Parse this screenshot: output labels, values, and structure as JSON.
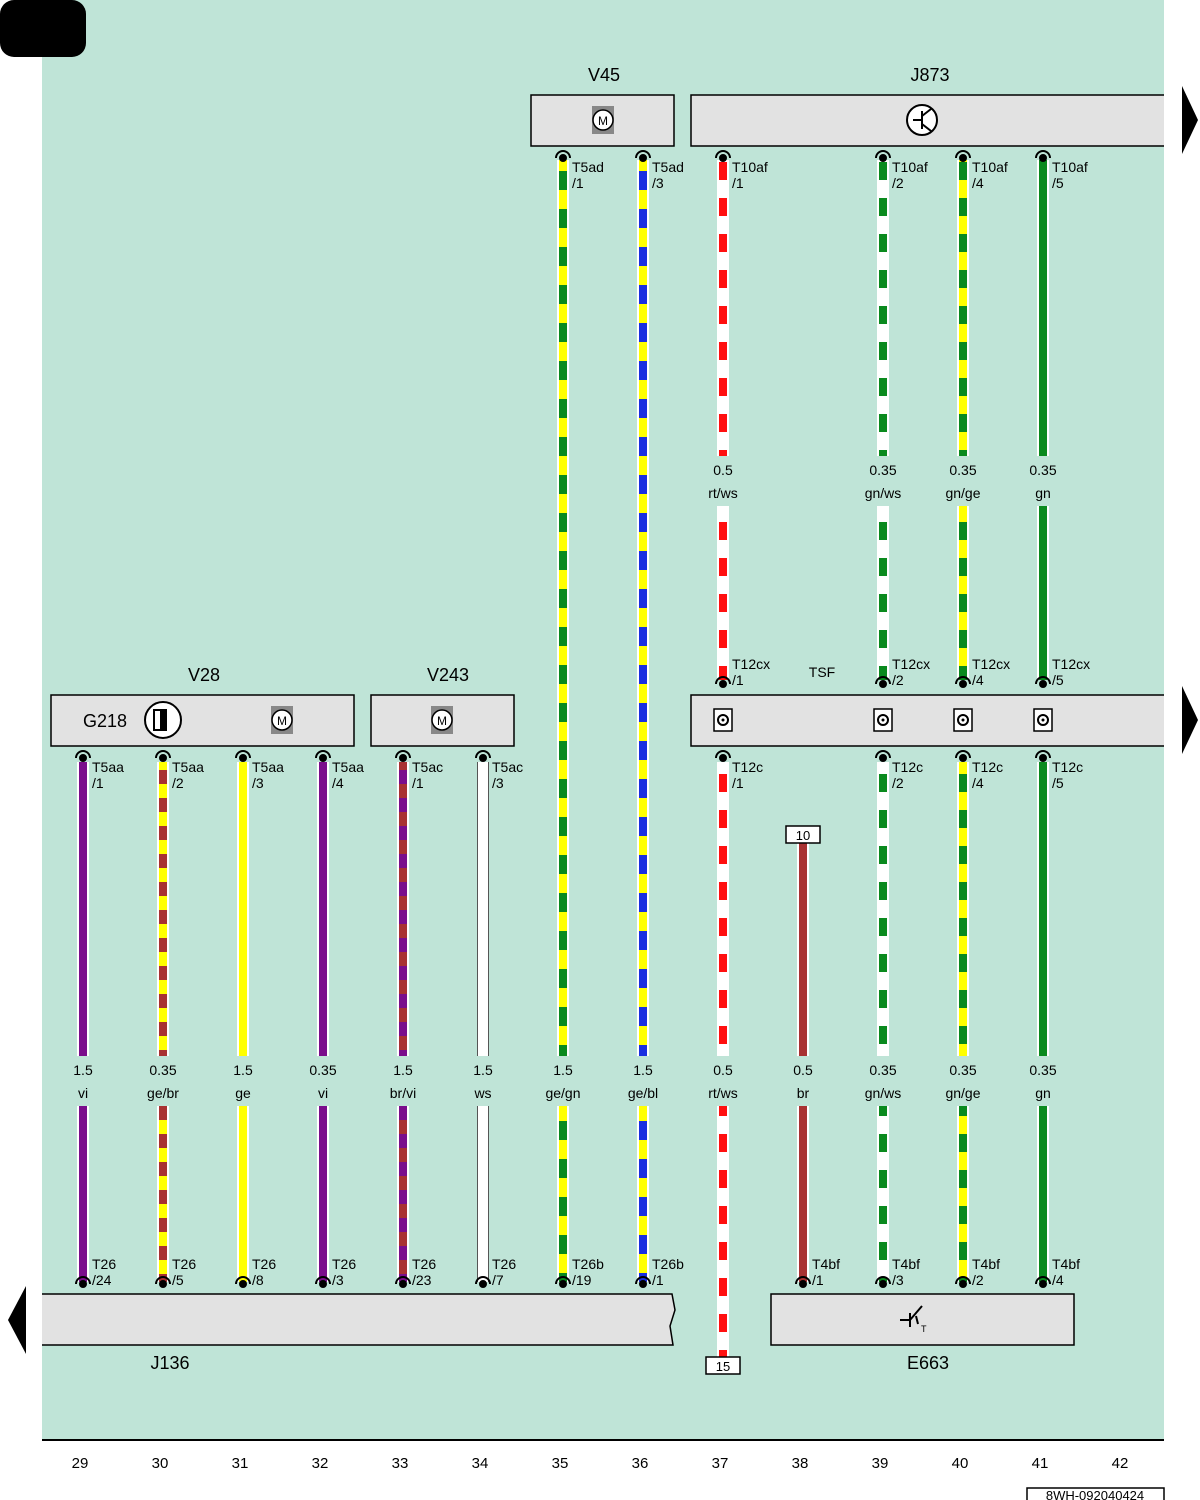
{
  "page_label": "",
  "doc_code": "8WH-092040424",
  "bottom_numbers": [
    "29",
    "30",
    "31",
    "32",
    "33",
    "34",
    "35",
    "36",
    "37",
    "38",
    "39",
    "40",
    "41",
    "42"
  ],
  "colors": {
    "background": "#bfe4d7",
    "box": "#e2e2e2",
    "vi": "#7a0e8c",
    "ge": "#ffff00",
    "br": "#a83232",
    "ws": "#ffffff",
    "gn": "#0a8a1e",
    "bl": "#1a2fe0",
    "rt": "#ff1010"
  },
  "components": {
    "V45": "V45",
    "J873": "J873",
    "V28": "V28",
    "G218": "G218",
    "V243": "V243",
    "TSF": "TSF",
    "J136": "J136",
    "E663": "E663"
  },
  "icons": {
    "motor": "motor-icon",
    "transistor": "transistor-icon",
    "sensor": "position-sensor-icon",
    "connector": "connector-icon",
    "switch": "temperature-switch-icon"
  },
  "terminals": {
    "fuse_15": "15",
    "fuse_10": "10"
  },
  "wires": {
    "col29": {
      "top": [
        "T5aa",
        "/1"
      ],
      "size": "1.5",
      "color": "vi",
      "bottom": [
        "T26",
        "/24"
      ]
    },
    "col30": {
      "top": [
        "T5aa",
        "/2"
      ],
      "size": "0.35",
      "color": "ge/br",
      "bottom": [
        "T26",
        "/5"
      ]
    },
    "col31": {
      "top": [
        "T5aa",
        "/3"
      ],
      "size": "1.5",
      "color": "ge",
      "bottom": [
        "T26",
        "/8"
      ]
    },
    "col32": {
      "top": [
        "T5aa",
        "/4"
      ],
      "size": "0.35",
      "color": "vi",
      "bottom": [
        "T26",
        "/3"
      ]
    },
    "col33": {
      "top": [
        "T5ac",
        "/1"
      ],
      "size": "1.5",
      "color": "br/vi",
      "bottom": [
        "T26",
        "/23"
      ]
    },
    "col34": {
      "top": [
        "T5ac",
        "/3"
      ],
      "size": "1.5",
      "color": "ws",
      "bottom": [
        "T26",
        "/7"
      ]
    },
    "col35": {
      "top": [
        "T5ad",
        "/1"
      ],
      "size": "1.5",
      "color": "ge/gn",
      "bottom": [
        "T26b",
        "/19"
      ]
    },
    "col36": {
      "top": [
        "T5ad",
        "/3"
      ],
      "size": "1.5",
      "color": "ge/bl",
      "bottom": [
        "T26b",
        "/1"
      ]
    },
    "col37": {
      "top": [
        "T10af",
        "/1"
      ],
      "mid_top": [
        "T12cx",
        "/1"
      ],
      "mid_bottom": [
        "T12c",
        "/1"
      ],
      "size1": "0.5",
      "color1": "rt/ws",
      "size2": "0.5",
      "color2": "rt/ws"
    },
    "col38": {
      "size": "0.5",
      "color": "br",
      "bottom": [
        "T4bf",
        "/1"
      ]
    },
    "col39": {
      "top": [
        "T10af",
        "/2"
      ],
      "mid_top": [
        "T12cx",
        "/2"
      ],
      "mid_bottom": [
        "T12c",
        "/2"
      ],
      "size1": "0.35",
      "color1": "gn/ws",
      "size2": "0.35",
      "color2": "gn/ws",
      "bottom": [
        "T4bf",
        "/3"
      ]
    },
    "col40": {
      "top": [
        "T10af",
        "/4"
      ],
      "mid_top": [
        "T12cx",
        "/4"
      ],
      "mid_bottom": [
        "T12c",
        "/4"
      ],
      "size1": "0.35",
      "color1": "gn/ge",
      "size2": "0.35",
      "color2": "gn/ge",
      "bottom": [
        "T4bf",
        "/2"
      ]
    },
    "col41": {
      "top": [
        "T10af",
        "/5"
      ],
      "mid_top": [
        "T12cx",
        "/5"
      ],
      "mid_bottom": [
        "T12c",
        "/5"
      ],
      "size1": "0.35",
      "color1": "gn",
      "size2": "0.35",
      "color2": "gn",
      "bottom": [
        "T4bf",
        "/4"
      ]
    }
  }
}
